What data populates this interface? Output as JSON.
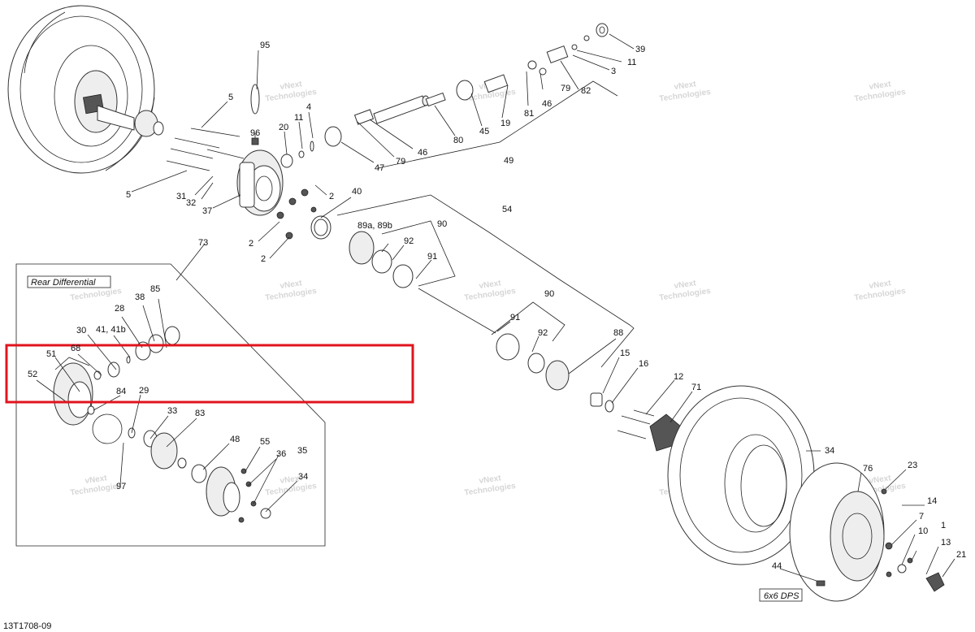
{
  "diagram": {
    "box_titles": {
      "rear_differential": "Rear Differential",
      "drive_mode": "6x6 DPS"
    },
    "figure_code": "13T1708-09",
    "watermark": {
      "line1": "vNext",
      "line2": "Technologies"
    },
    "labels": [
      "95",
      "39",
      "11",
      "3",
      "5",
      "4",
      "11",
      "20",
      "96",
      "82",
      "79",
      "46",
      "81",
      "19",
      "45",
      "80",
      "46",
      "47",
      "79",
      "49",
      "5",
      "31",
      "32",
      "37",
      "40",
      "2",
      "73",
      "2",
      "2",
      "89a, 89b",
      "90",
      "54",
      "92",
      "91",
      "85",
      "38",
      "28",
      "41, 41b",
      "30",
      "68",
      "51",
      "52",
      "90",
      "91",
      "92",
      "88",
      "15",
      "16",
      "12",
      "71",
      "84",
      "29",
      "33",
      "83",
      "48",
      "55",
      "36",
      "35",
      "34",
      "97",
      "34",
      "76",
      "23",
      "14",
      "7",
      "10",
      "1",
      "13",
      "21",
      "44"
    ],
    "highlight_color": "#e0141e"
  }
}
